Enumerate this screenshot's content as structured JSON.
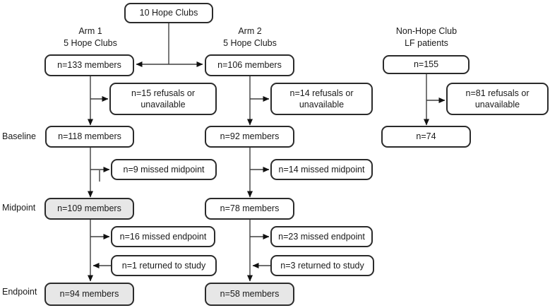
{
  "figure": {
    "type": "flowchart",
    "top_box": "10 Hope Clubs",
    "column_headers": {
      "arm1": "Arm 1\n5 Hope Clubs",
      "arm2": "Arm 2\n5 Hope Clubs",
      "nonhope": "Non-Hope Club\nLF patients"
    },
    "row_labels": {
      "baseline": "Baseline",
      "midpoint": "Midpoint",
      "endpoint": "Endpoint"
    },
    "arm1": {
      "enrolled": "n=133 members",
      "refusals": "n=15 refusals or\nunavailable",
      "baseline": "n=118 members",
      "missed_midpoint": "n=9 missed midpoint",
      "midpoint": "n=109 members",
      "missed_endpoint": "n=16 missed endpoint",
      "returned": "n=1 returned to study",
      "endpoint": "n=94 members"
    },
    "arm2": {
      "enrolled": "n=106 members",
      "refusals": "n=14 refusals or\nunavailable",
      "baseline": "n=92 members",
      "missed_midpoint": "n=14 missed midpoint",
      "midpoint": "n=78 members",
      "missed_endpoint": "n=23 missed endpoint",
      "returned": "n=3 returned to study",
      "endpoint": "n=58 members"
    },
    "nonhope": {
      "enrolled": "n=155",
      "refusals": "n=81 refusals or\nunavailable",
      "baseline": "n=74"
    },
    "colors": {
      "box_border": "#2b2b2b",
      "shaded_fill": "#e7e7e7",
      "connector": "#3f3f3f",
      "arrowhead": "#111111"
    }
  }
}
